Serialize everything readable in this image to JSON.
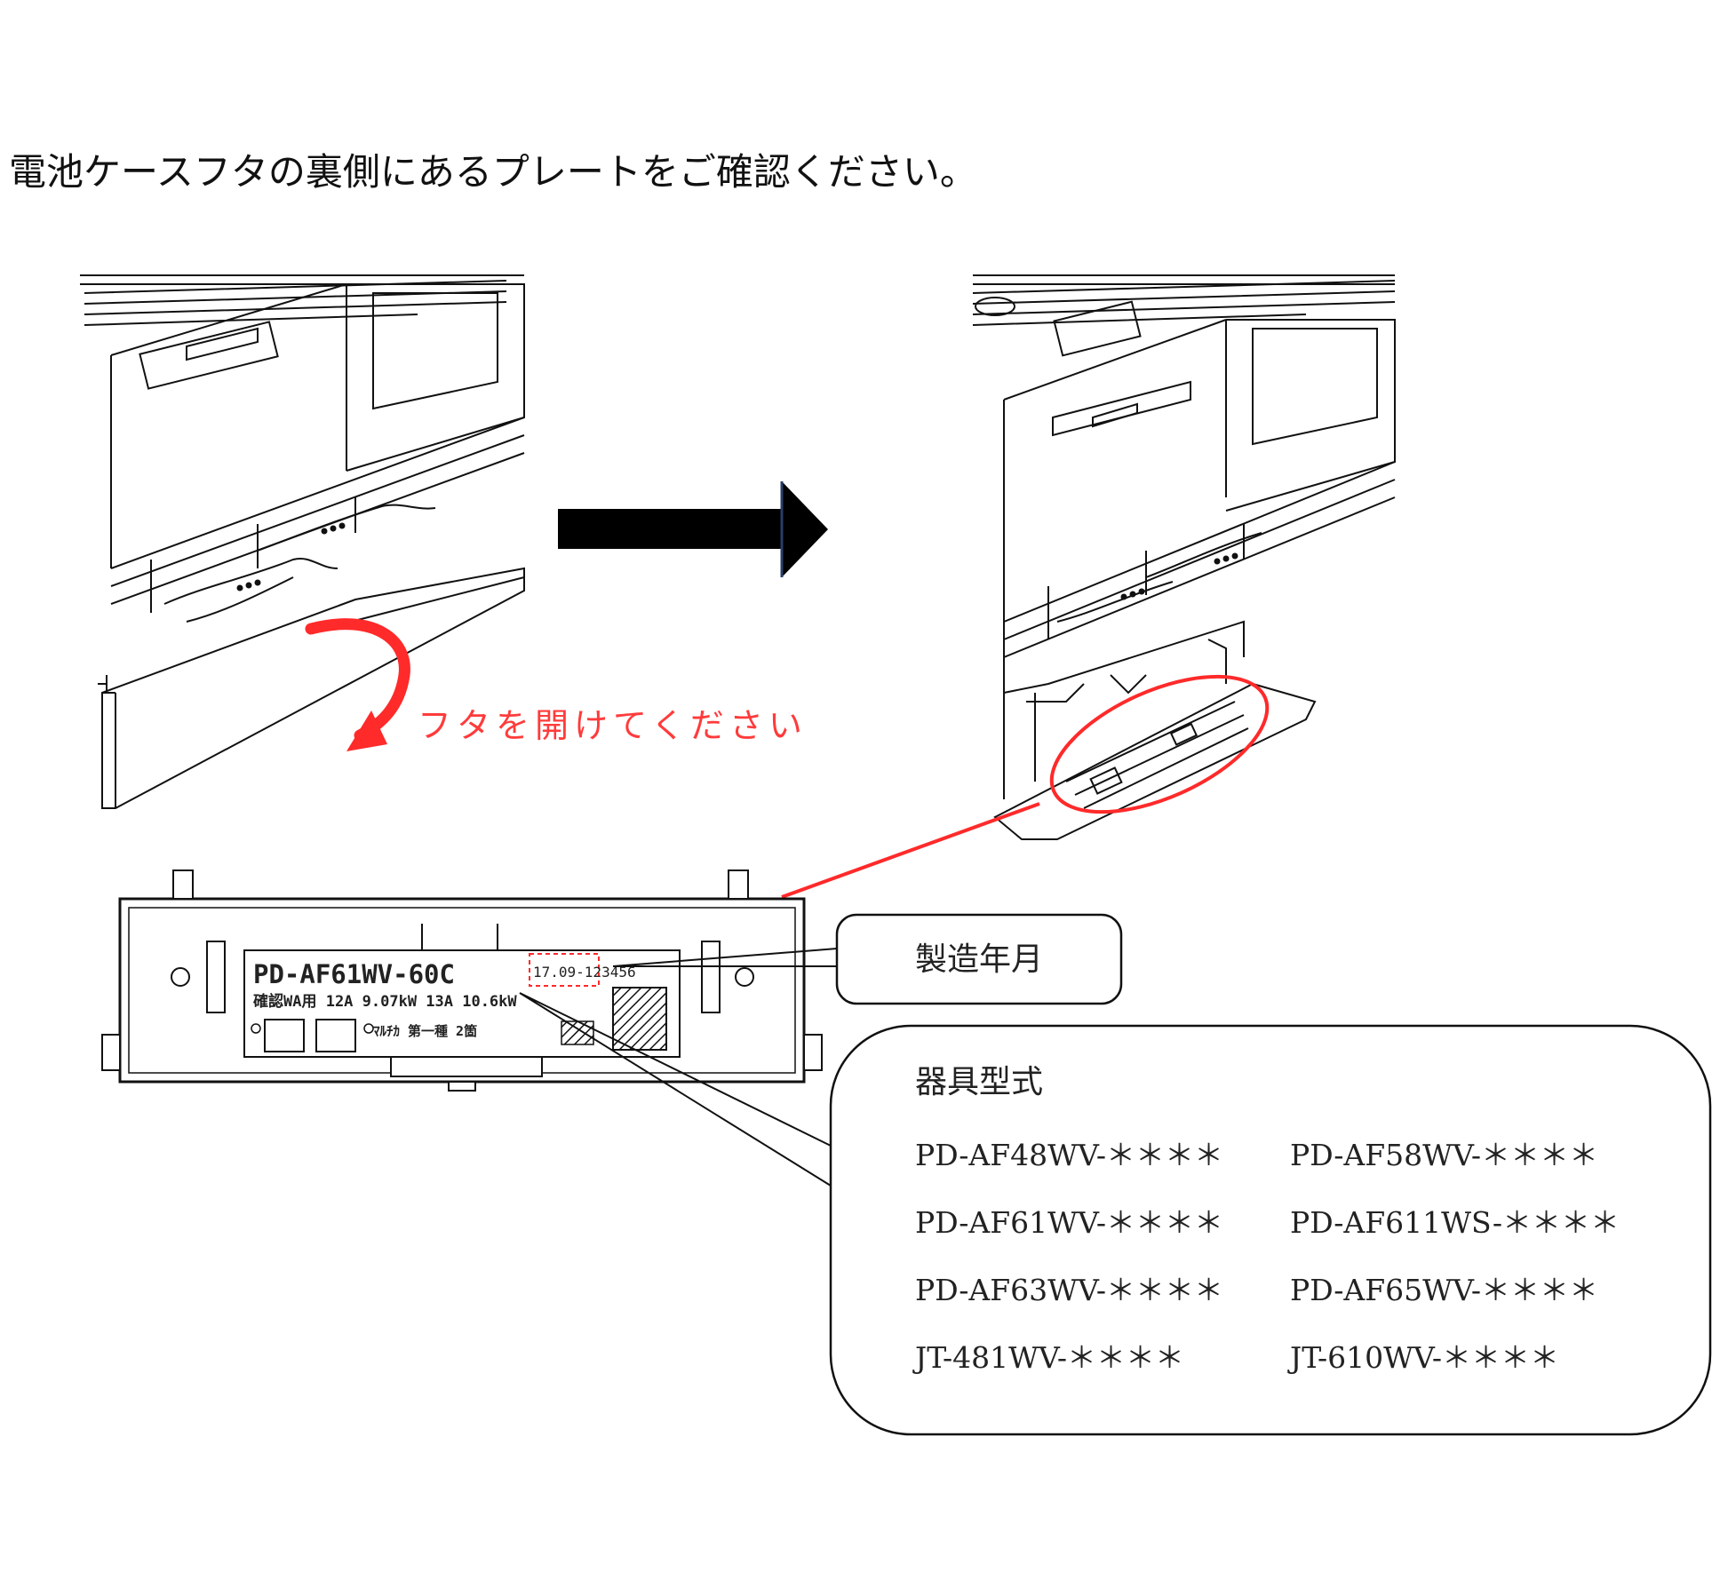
{
  "instruction": "電池ケースフタの裏側にあるプレートをご確認ください。",
  "open_lid_label": "フタを開けてください",
  "plate": {
    "model": "PD-AF61WV-60C",
    "date_serial": "17.09-123456",
    "spec": "確認WA用 12A 9.07kW 13A 10.6kW",
    "sub": "ﾏﾙﾁｶ 第一種 2箇"
  },
  "callout_date": {
    "label": "製造年月"
  },
  "callout_models": {
    "heading": "器具型式",
    "models": [
      "PD-AF48WV-＊＊＊＊",
      "PD-AF58WV-＊＊＊＊",
      "PD-AF61WV-＊＊＊＊",
      "PD-AF611WS-＊＊＊＊",
      "PD-AF63WV-＊＊＊＊",
      "PD-AF65WV-＊＊＊＊",
      "JT-481WV-＊＊＊＊",
      "JT-610WV-＊＊＊＊"
    ]
  },
  "colors": {
    "accent_red": "#ff2a2a",
    "line": "#111111"
  }
}
